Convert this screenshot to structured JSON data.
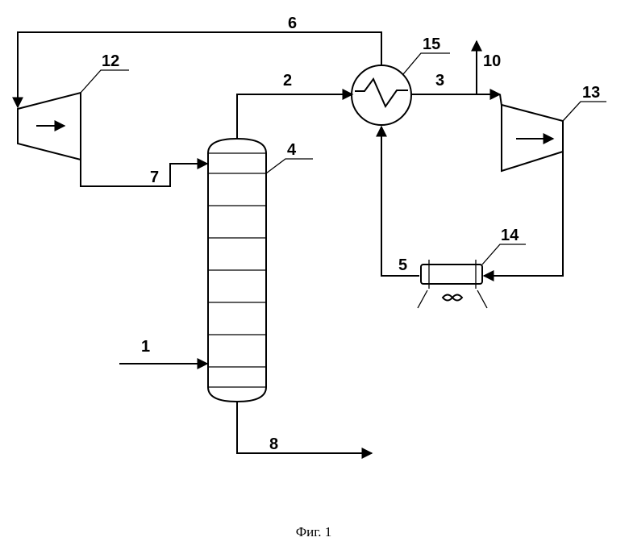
{
  "labels": {
    "s1": "1",
    "s2": "2",
    "s3": "3",
    "c4": "4",
    "s5": "5",
    "s6": "6",
    "s7": "7",
    "s8": "8",
    "s10": "10",
    "t12": "12",
    "t13": "13",
    "c14": "14",
    "hx15": "15"
  },
  "caption": "Фиг. 1"
}
